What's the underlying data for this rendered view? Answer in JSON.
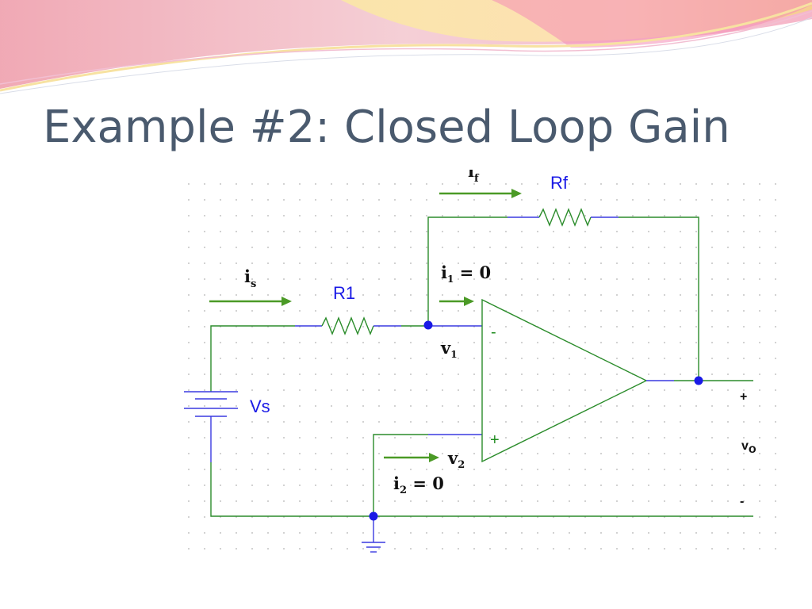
{
  "slide": {
    "title": "Example #2:  Closed Loop Gain"
  },
  "circuit": {
    "current_if": {
      "main": "i",
      "sub": "f"
    },
    "current_is": {
      "main": "i",
      "sub": "s"
    },
    "current_i1": {
      "main": "i",
      "sub": "1",
      "rest": " = 0"
    },
    "current_i2": {
      "main": "i",
      "sub": "2",
      "rest": " = 0"
    },
    "voltage_v1": {
      "main": "v",
      "sub": "1"
    },
    "voltage_v2": {
      "main": "v",
      "sub": "2"
    },
    "resistor_rf": "Rf",
    "resistor_r1": "R1",
    "source_vs": "Vs",
    "opamp_minus": "-",
    "opamp_plus": "+",
    "output_plus": "+",
    "output_minus": "-",
    "output_vo": {
      "main": "v",
      "sub": "o"
    }
  },
  "colors": {
    "title": "#4a5a6e",
    "wire": "#2b8c2b",
    "component_lead": "#3a3ae0",
    "node": "#1a1ae6",
    "current_arrow": "#4b9a26",
    "component_label": "#1a1ae6"
  }
}
